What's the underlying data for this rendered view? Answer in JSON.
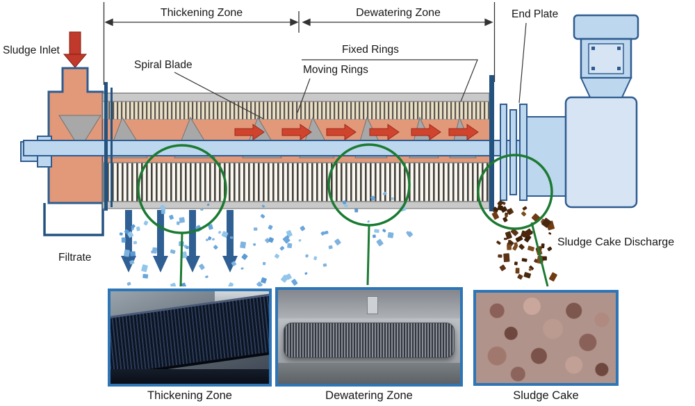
{
  "diagram": {
    "labels": {
      "sludge_inlet": "Sludge Inlet",
      "thickening_zone": "Thickening Zone",
      "dewatering_zone": "Dewatering Zone",
      "end_plate": "End Plate",
      "spiral_blade": "Spiral Blade",
      "fixed_rings": "Fixed Rings",
      "moving_rings": "Moving Rings",
      "filtrate": "Filtrate",
      "sludge_cake_discharge": "Sludge Cake Discharge"
    },
    "insets": [
      {
        "caption": "Thickening Zone"
      },
      {
        "caption": "Dewatering Zone"
      },
      {
        "caption": "Sludge Cake"
      }
    ],
    "colors": {
      "outline_blue": "#2E5B8F",
      "machine_fill": "#BDD7EE",
      "housing_fill": "#D6E4F4",
      "sludge_fill": "#E2997A",
      "flow_arrow_red": "#D0442E",
      "inlet_arrow_red": "#C0392B",
      "highlight_green": "#1B7A31",
      "filtrate_droplet_blue": "#7FB3DF",
      "filtrate_arrow_blue": "#2F5F93",
      "cake_brown": "#5C3317",
      "inset_border_blue": "#2E75B6"
    }
  }
}
